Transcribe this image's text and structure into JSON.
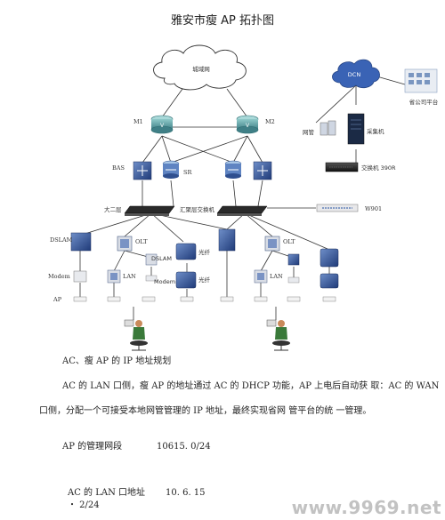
{
  "page": {
    "title": "雅安市瘦 AP 拓扑图",
    "watermark": "www.9969.net"
  },
  "diagram": {
    "cloud_wan": "城域网",
    "cloud_dcn": "DCN",
    "router_m1": "M1",
    "router_m2": "M2",
    "bas": "BAS",
    "sr": "SR",
    "netmgmt": "网管",
    "collector": "采集机",
    "province_platform": "省公司平台",
    "switch_390r": "交换机 390R",
    "layer2": "大二层",
    "aggregation_switch": "汇聚层交换机",
    "w901": "W901",
    "dslam": "DSLAM",
    "olt_left": "OLT",
    "olt_right": "OLT",
    "dslam_small": "DSLAM",
    "fiber_left": "光纤",
    "fiber_left_b": "光纤",
    "modem": "Modem",
    "lan_left": "LAN",
    "lan_right": "LAN",
    "modem_small": "Modem",
    "ap": "AP"
  },
  "text": {
    "heading": "AC、瘦 AP 的 IP 地址规划",
    "para1_line1": "AC 的 LAN 口侧，瘦 AP 的地址通过 AC 的 DHCP 功能，AP 上电后自动获 取：AC 的 WAN",
    "para1_line2": "口侧，分配一个可接受本地网管管理的 IP 地址，最终实现省网 管平台的统 一管理。",
    "mgmt_label": "AP 的管理网段",
    "mgmt_value": "10615. 0/24",
    "lan_label": "AC 的 LAN 口地址",
    "lan_value": "10. 6. 15",
    "lan_suffix": "・ 2/24"
  },
  "colors": {
    "device_blue": "#2f4f8f",
    "router_teal": "#5f9ea0",
    "line": "#333333",
    "laptop_person_green": "#3a7a3a"
  }
}
